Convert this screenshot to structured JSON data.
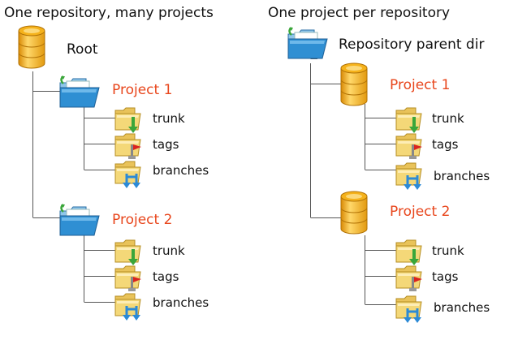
{
  "left": {
    "title": "One repository, many projects",
    "root_label": "Root",
    "projects": [
      {
        "name": "Project 1",
        "folders": [
          "trunk",
          "tags",
          "branches"
        ]
      },
      {
        "name": "Project 2",
        "folders": [
          "trunk",
          "tags",
          "branches"
        ]
      }
    ]
  },
  "right": {
    "title": "One project per repository",
    "parent_label": "Repository parent dir",
    "projects": [
      {
        "name": "Project 1",
        "folders": [
          "trunk",
          "tags",
          "branches"
        ]
      },
      {
        "name": "Project 2",
        "folders": [
          "trunk",
          "tags",
          "branches"
        ]
      }
    ]
  },
  "colors": {
    "project_text": "#e8461c",
    "database": "#f5b21b",
    "repo_folder": "#2f8fd3",
    "subfolder": "#f4d878",
    "trunk_arrow": "#3aa63a",
    "tags_flag": "#d9231f",
    "branches_arrow": "#2b8ad6"
  },
  "icons": {
    "repository": "database-icon",
    "project_folder": "repo-folder-icon",
    "trunk": "folder-trunk-icon",
    "tags": "folder-tags-icon",
    "branches": "folder-branches-icon"
  }
}
